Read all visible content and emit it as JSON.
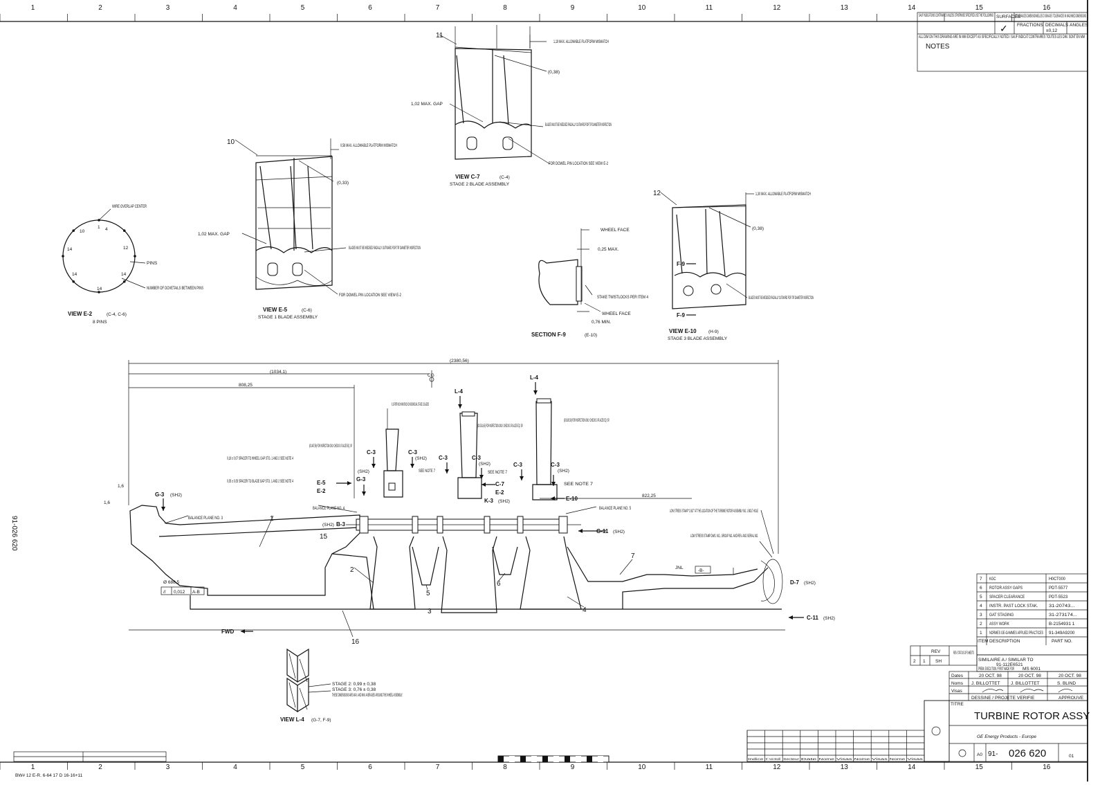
{
  "border": {
    "top_numbers": [
      "1",
      "2",
      "3",
      "4",
      "5",
      "6",
      "7",
      "8",
      "9",
      "10",
      "11",
      "12",
      "13",
      "14",
      "15",
      "16"
    ],
    "bottom_numbers": [
      "1",
      "2",
      "3",
      "4",
      "5",
      "6",
      "7",
      "8",
      "9",
      "10",
      "11",
      "12",
      "13",
      "14",
      "15",
      "16"
    ]
  },
  "notes_block": {
    "header_left": "SAUF INDICATIONS CONTRAIRES UNLESS OTHERWISE SPECIFIED USE THE FOLLOWING",
    "surfaces": "SURFACES",
    "tolerances": "TOLERANCES DIMENSIONNELLES D'USINAGE / TOLERANCES IN MACHINED DIMENSIONS",
    "fractions": "FRACTIONS",
    "decimals": "DECIMALS",
    "angles": "ANGLES",
    "decimal_value": "±0,12",
    "mm_note": "ALL DIM ON THIS DRAWING ARE IN MM EXCEPT AS SPECIFICALLY NOTED / SAUF INDICAT CONTRAIRES TOUTES LES DIM. SONT EN MM",
    "notes": "NOTES"
  },
  "side_label": "91-026 620",
  "view_e2": {
    "title": "VIEW E-2",
    "ref": "(C-4, C-6)",
    "sub": "8 PINS",
    "wire_overlap": "WIRE OVERLAP CENTER",
    "pins": "PINS",
    "dovetails": "NUMBER OF DOVETAILS BETWEEN PINS",
    "numbers": [
      "1",
      "4",
      "10",
      "12",
      "14",
      "14",
      "14",
      "14"
    ]
  },
  "view_e5": {
    "title": "VIEW E-5",
    "ref": "(C-6)",
    "sub": "STAGE 1 BLADE ASSEMBLY",
    "item": "10",
    "mismatch": "0,58 MAX. ALLOWABLE PLATFORM MISMATCH",
    "paren": "(0,33)",
    "gap": "1,02 MAX. GAP",
    "wedge": "BLADES MUST BE WEDGED RADIALLY OUTWARD FOR TIP DIAMETER INSPECTION",
    "dowel": "FOR DOWEL PIN LOCATION SEE VIEW E-2"
  },
  "view_c7": {
    "title": "VIEW C-7",
    "ref": "(C-4)",
    "sub": "STAGE 2 BLADE ASSEMBLY",
    "item": "11",
    "mismatch": "1,19 MAX. ALLOWABLE PLATFORM MISMATCH",
    "paren": "(0,38)",
    "gap": "1,02 MAX. GAP",
    "wedge": "BLADES MUST BE WEDGED RADIALLY OUTWARD FOR TIP DIAMETER INSPECTION",
    "dowel": "FOR DOWEL PIN LOCATION SEE VIEW E-2"
  },
  "section_f9": {
    "title": "SECTION F-9",
    "ref": "(E-10)",
    "wheel_face_top": "WHEEL FACE",
    "max": "0,25 MAX.",
    "stake": "STAKE TWISTLOCKS PER ITEM 4",
    "wheel_face_bottom": "WHEEL FACE",
    "min": "0,76 MIN."
  },
  "view_e10": {
    "title": "VIEW E-10",
    "ref": "(H-9)",
    "sub": "STAGE 3 BLADE ASSEMBLY",
    "item": "12",
    "mismatch": "1,30 MAX. ALLOWABLE PLATFORM MISMATCH",
    "paren": "(0,38)",
    "wedge": "BLADES MUST BE WEDGED RADIALLY OUTWARD FOR TIP DIAMETER INSPECTION",
    "f9_top": "F-9",
    "f9_bottom": "F-9"
  },
  "main": {
    "dim_total": "(2380,56)",
    "dim_1034": "(1034,1)",
    "dim_808": "808,25",
    "dim_822": "822,25",
    "cg": "CG",
    "d16": "1,6",
    "d16b": "1,6",
    "note_010": "0,10 PER INCH MIN ROCK ON INDIVIDUAL STAGE 1 BLADES",
    "dia1531": "(Ø 1531,65) FOR INSPECTION ONLY CHECKS 3 PLACES EQ. SP.",
    "dia1620": "(Ø 1620,58) FOR INSPECTION ONLY CHECKS 3 PLACES EQ. SP.",
    "dia1407": "(Ø 1407,56) FOR INSPECTION ONLY CHECKS 3 PLACES EQ. SP",
    "spacer1": "0,18 ± 0,07 SPACER TO WHEEL GAP STG. 1 AND 2 SEE NOTE 4",
    "spacer2": "0,05 ± 0,05 SPACER TO BLADE GAP STG. 1 AND 2 SEE NOTE 4",
    "balance3": "BALANCE PLANE NO. 3",
    "balance4": "BALANCE PLANE NO. 4",
    "balance5": "BALANCE PLANE NO. 5",
    "low_stress1": "LOW STRESS STAMP \"1 BLT\" AT THE LOCATION OF THE TURBINE ROTOR ASSEMBLY NO. 1 BOLT HOLE",
    "low_stress2": "LOW STRESS STAMP DWG. NO., GROUP NO. AND REV. AND SERIAL NO.",
    "dia688": "Ø 688,5",
    "fcf_sym": "//",
    "fcf_tol": "0,012",
    "fcf_ref": "A-B",
    "datum_b": "-B-",
    "fwd": "FWD",
    "l4a": "L-4",
    "l4b": "L-4",
    "g3sh2": "G-3",
    "g3sh2_ref": "(SH2)",
    "g3": "G-3",
    "c3a": "C-3",
    "c3b": "C-3",
    "c3c": "C-3",
    "c3d": "C-3",
    "c3e": "C-3",
    "c3f": "C-3",
    "sh2": "(SH2)",
    "see_note7": "SEE NOTE 7",
    "e5": "E-5",
    "e2": "E-2",
    "c7": "C-7",
    "e2b": "E-2",
    "k3": "K-3",
    "k3sh2": "(SH2)",
    "e10": "E-10",
    "b3": "B-3",
    "b3sh2": "(SH2)",
    "g11": "G-11",
    "g11sh2": "(SH2)",
    "c11": "C-11",
    "c11sh2": "(SH2)",
    "d7": "D-7",
    "d7sh2": "(SH2)",
    "jnl": "JNL",
    "items": [
      "1",
      "2",
      "3",
      "4",
      "5",
      "6",
      "7",
      "15",
      "16"
    ]
  },
  "view_l4": {
    "title": "VIEW L-4",
    "ref": "(G-7, F-9)",
    "stage2": "STAGE 2: 0,99 ± 0,38",
    "stage3": "STAGE 3: 0,76 ± 0,38",
    "note": "THESE DIMENSIONS ARE MAX. AND MIN. AVERAGES AROUND THE WHEEL ASSEMBLY."
  },
  "parts_list": [
    {
      "item": "7",
      "desc": "KGC",
      "part": "H0CT000"
    },
    {
      "item": "6",
      "desc": "ROTOR ASSY GAPS",
      "part": "PDT-5577"
    },
    {
      "item": "5",
      "desc": "SPACER CLEARANCE",
      "part": "PDT-5523"
    },
    {
      "item": "4",
      "desc": "INSTR. PAST LOCK STAK.",
      "part": "31-20743..."
    },
    {
      "item": "3",
      "desc": "GAT STAGING",
      "part": "31-273174..."
    },
    {
      "item": "2",
      "desc": "ASSY WORK",
      "part": "B-2154931 1"
    },
    {
      "item": "1",
      "desc": "NORMES GE-GAMMES APPLIED PRACTICES",
      "part": "91-349A9200"
    }
  ],
  "parts_header": {
    "item": "ITEM",
    "desc": "DESCRIPTION",
    "part": "PART NO."
  },
  "title_block": {
    "title": "TURBINE ROTOR ASSY",
    "company": "GE Energy Products - Europe",
    "format": "A0",
    "prefix": "91-",
    "drawing_no": "026 620",
    "sheet": "01",
    "dates": "Dates",
    "date1": "20 OCT. 98",
    "date2": "20 OCT. 98",
    "date3": "20 OCT. 98",
    "noms": "Noms",
    "name1": "J. BILLOTTET",
    "name2": "J. BILLOTTET",
    "name3": "S. BLIND",
    "visas": "Visas",
    "dessine": "DESSINE / PROJETE",
    "verifie": "VERIFIE",
    "approuve": "APPROUVE",
    "titre": "TITRE",
    "rev_status": "REV STATUS OF SHEETS",
    "rev": "REV",
    "sh": "SH",
    "rev_values": [
      "2",
      "1",
      "SH"
    ],
    "similar": "91-112E6521",
    "first_made": "MS 6001",
    "first_made_label": "PREM. EXECUTION / FIRST MADE FOR",
    "similar_label": "SIMILAIRE A / SIMILAR TO"
  },
  "revision_table_headers": [
    "Indice",
    "N° Avis Modif.",
    "Secteur",
    "Date",
    "Nome",
    "Visas",
    "Nome",
    "Visas",
    "Nome",
    "Visas"
  ],
  "bottom_left": {
    "stamp": "BW# 12 E-R. 6-64 17 D 16-16+11"
  }
}
